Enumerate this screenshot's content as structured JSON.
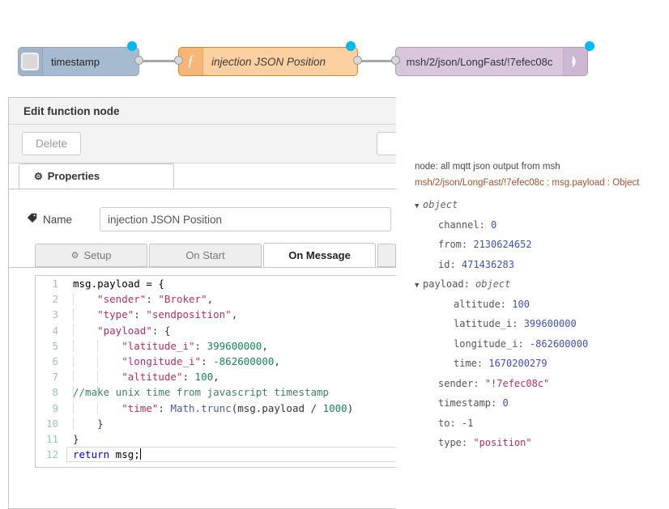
{
  "flow": {
    "nodes": [
      {
        "id": "inject",
        "label": "timestamp",
        "icon": "inject-arrow-icon",
        "color": "#a6bbcf"
      },
      {
        "id": "function",
        "label": "injection JSON Position",
        "icon": "function-f-icon",
        "color": "#fdd0a2"
      },
      {
        "id": "mqtt-out",
        "label": "msh/2/json/LongFast/!7efec08c",
        "icon": "mqtt-broadcast-icon",
        "color": "#d8c6dd"
      }
    ],
    "status_dot_color": "#00b8f0"
  },
  "dialog": {
    "title": "Edit function node",
    "delete_label": "Delete",
    "tabs": [
      {
        "id": "properties",
        "label": "Properties",
        "icon": "gear-icon",
        "active": true
      }
    ],
    "name_label": "Name",
    "name_value": "injection JSON Position",
    "name_placeholder": "Name",
    "code_tabs": [
      {
        "id": "setup",
        "label": "Setup",
        "icon": "gear-icon",
        "active": false
      },
      {
        "id": "on-start",
        "label": "On Start",
        "icon": "",
        "active": false
      },
      {
        "id": "on-message",
        "label": "On Message",
        "icon": "",
        "active": true
      }
    ]
  },
  "code": {
    "lines": [
      {
        "n": "1",
        "indent": 0,
        "tokens": [
          {
            "t": "plain",
            "v": "msg.payload = {"
          }
        ]
      },
      {
        "n": "2",
        "indent": 1,
        "tokens": [
          {
            "t": "str",
            "v": "\"sender\""
          },
          {
            "t": "punct",
            "v": ": "
          },
          {
            "t": "str",
            "v": "\"Broker\""
          },
          {
            "t": "punct",
            "v": ","
          }
        ]
      },
      {
        "n": "3",
        "indent": 1,
        "tokens": [
          {
            "t": "str",
            "v": "\"type\""
          },
          {
            "t": "punct",
            "v": ": "
          },
          {
            "t": "str",
            "v": "\"sendposition\""
          },
          {
            "t": "punct",
            "v": ","
          }
        ]
      },
      {
        "n": "4",
        "indent": 1,
        "tokens": [
          {
            "t": "str",
            "v": "\"payload\""
          },
          {
            "t": "punct",
            "v": ": {"
          }
        ]
      },
      {
        "n": "5",
        "indent": 2,
        "tokens": [
          {
            "t": "str",
            "v": "\"latitude_i\""
          },
          {
            "t": "punct",
            "v": ": "
          },
          {
            "t": "num",
            "v": "399600000"
          },
          {
            "t": "punct",
            "v": ","
          }
        ]
      },
      {
        "n": "6",
        "indent": 2,
        "tokens": [
          {
            "t": "str",
            "v": "\"longitude_i\""
          },
          {
            "t": "punct",
            "v": ": "
          },
          {
            "t": "num",
            "v": "-862600000"
          },
          {
            "t": "punct",
            "v": ","
          }
        ]
      },
      {
        "n": "7",
        "indent": 2,
        "tokens": [
          {
            "t": "str",
            "v": "\"altitude\""
          },
          {
            "t": "punct",
            "v": ": "
          },
          {
            "t": "num",
            "v": "100"
          },
          {
            "t": "punct",
            "v": ","
          }
        ]
      },
      {
        "n": "8",
        "indent": 0,
        "tokens": [
          {
            "t": "comment",
            "v": "//make unix time from javascript timestamp"
          }
        ]
      },
      {
        "n": "9",
        "indent": 2,
        "tokens": [
          {
            "t": "str",
            "v": "\"time\""
          },
          {
            "t": "punct",
            "v": ": "
          },
          {
            "t": "fn",
            "v": "Math.trunc"
          },
          {
            "t": "punct",
            "v": "(msg.payload / "
          },
          {
            "t": "num",
            "v": "1000"
          },
          {
            "t": "punct",
            "v": ")"
          }
        ]
      },
      {
        "n": "10",
        "indent": 1,
        "tokens": [
          {
            "t": "punct",
            "v": "}"
          }
        ]
      },
      {
        "n": "11",
        "indent": 0,
        "tokens": [
          {
            "t": "punct",
            "v": "}"
          }
        ]
      },
      {
        "n": "12",
        "indent": 0,
        "active": true,
        "tokens": [
          {
            "t": "kw",
            "v": "return"
          },
          {
            "t": "plain",
            "v": " msg;"
          }
        ]
      }
    ]
  },
  "debug": {
    "node_line": "node: all mqtt json output from msh",
    "topic_line": "msh/2/json/LongFast/!7efec08c : msg.payload : Object",
    "rows": [
      {
        "indent": 0,
        "arrow": "▼",
        "key": "object",
        "val": "",
        "valType": "type"
      },
      {
        "indent": 1,
        "arrow": "",
        "key": "channel",
        "val": "0",
        "valType": "num"
      },
      {
        "indent": 1,
        "arrow": "",
        "key": "from",
        "val": "2130624652",
        "valType": "num"
      },
      {
        "indent": 1,
        "arrow": "",
        "key": "id",
        "val": "471436283",
        "valType": "num"
      },
      {
        "indent": 0,
        "arrow": "▼",
        "key": "payload",
        "val": "object",
        "valType": "type"
      },
      {
        "indent": 2,
        "arrow": "",
        "key": "altitude",
        "val": "100",
        "valType": "num"
      },
      {
        "indent": 2,
        "arrow": "",
        "key": "latitude_i",
        "val": "399600000",
        "valType": "num"
      },
      {
        "indent": 2,
        "arrow": "",
        "key": "longitude_i",
        "val": "-862600000",
        "valType": "num"
      },
      {
        "indent": 2,
        "arrow": "",
        "key": "time",
        "val": "1670200279",
        "valType": "num"
      },
      {
        "indent": 1,
        "arrow": "",
        "key": "sender",
        "val": "\"!7efec08c\"",
        "valType": "str"
      },
      {
        "indent": 1,
        "arrow": "",
        "key": "timestamp",
        "val": "0",
        "valType": "num"
      },
      {
        "indent": 1,
        "arrow": "",
        "key": "to",
        "val": "-1",
        "valType": "num"
      },
      {
        "indent": 1,
        "arrow": "",
        "key": "type",
        "val": "\"position\"",
        "valType": "str"
      }
    ]
  }
}
